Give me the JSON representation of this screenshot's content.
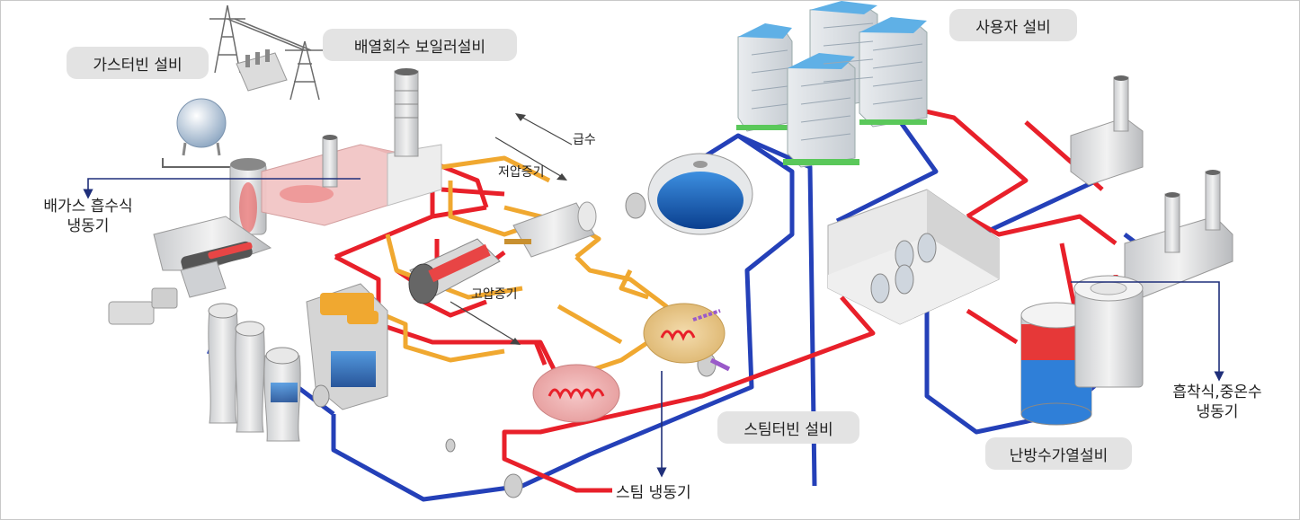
{
  "facility_labels": {
    "gas_turbine": "가스터빈 설비",
    "hrsg_boiler": "배열회수 보일러설비",
    "user_facility": "사용자 설비",
    "steam_turbine": "스팀터빈 설비",
    "heating_cooling": "난방수가열설비"
  },
  "flow_labels": {
    "feedwater": "급수",
    "low_pressure_steam": "저압증기",
    "high_pressure_steam": "고압증기"
  },
  "callouts": {
    "exhaust_gas_chiller_line1": "배가스 흡수식",
    "exhaust_gas_chiller_line2": "냉동기",
    "steam_chiller": "스팀 냉동기",
    "absorption_chiller_line1": "흡착식,중온수",
    "absorption_chiller_line2": "냉동기"
  },
  "colors": {
    "hot_line": "#e8202a",
    "cold_line": "#2440b8",
    "steam_line": "#f0a830",
    "callout_arrow": "#1f2f7a",
    "pill_bg": "#e3e3e3"
  }
}
